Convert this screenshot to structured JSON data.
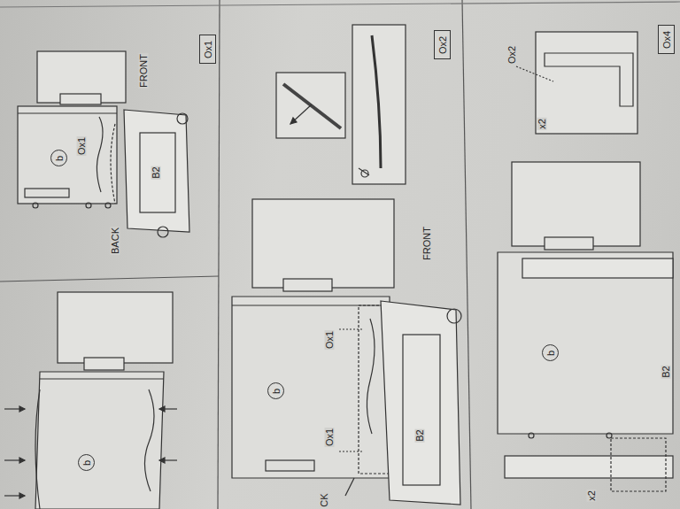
{
  "diagram": {
    "nodes": [
      {
        "text": [
          "Ox1"
        ]
      },
      {
        "text": [
          "Ox2"
        ]
      },
      {
        "text": [
          "Ox4"
        ]
      },
      {
        "text": [
          "b"
        ]
      },
      {
        "text": [
          "b"
        ]
      },
      {
        "text": [
          "b"
        ]
      },
      {
        "text": [
          "b"
        ]
      }
    ],
    "labels": [
      "FRONT",
      "Ox1",
      "B2",
      "BACK",
      "FRONT",
      "Ox1",
      "Ox1",
      "B2",
      "CK",
      "Ox2",
      "x2",
      "B2",
      "x2"
    ]
  }
}
